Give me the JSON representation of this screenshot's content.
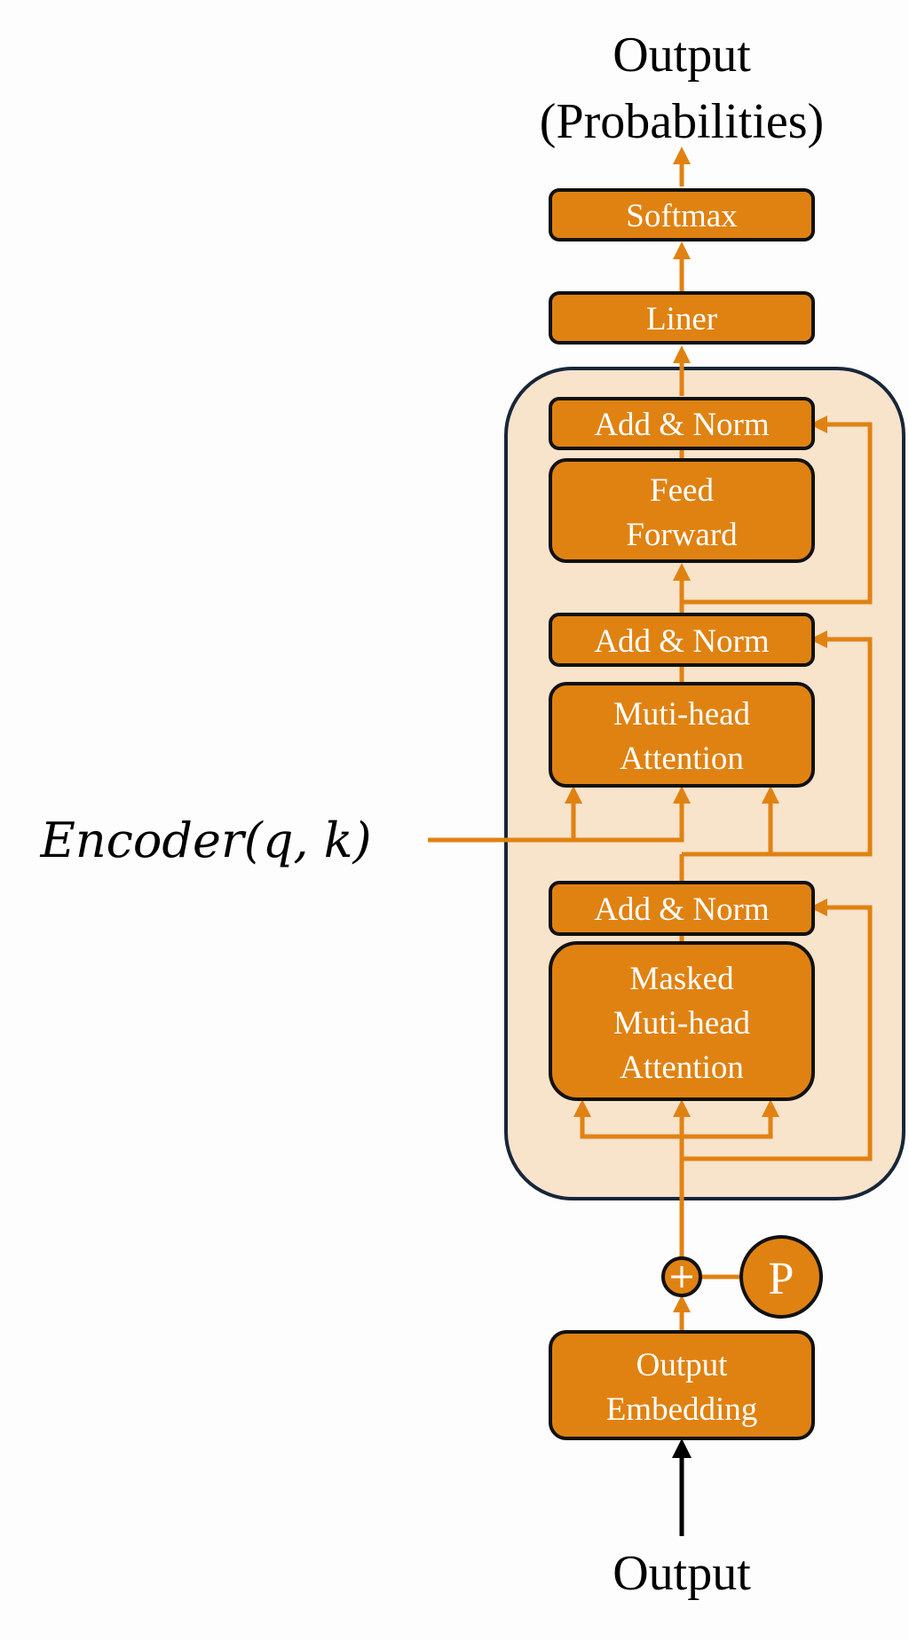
{
  "top_label_1": "Output",
  "top_label_2": "(Probabilities)",
  "softmax": "Softmax",
  "liner": "Liner",
  "add_norm": "Add & Norm",
  "feed_forward_1": "Feed",
  "feed_forward_2": "Forward",
  "mha_1": "Muti-head",
  "mha_2": "Attention",
  "masked_1": "Masked",
  "masked_2": "Muti-head",
  "masked_3": "Attention",
  "encoder": "Encoder(q, k)",
  "positional": "P",
  "output_embedding_1": "Output",
  "output_embedding_2": "Embedding",
  "bottom_label": "Output",
  "colors": {
    "block": "#E08212",
    "decoder_bg": "#F8E3CB",
    "decoder_border": "#17263A",
    "outline": "#111111"
  }
}
